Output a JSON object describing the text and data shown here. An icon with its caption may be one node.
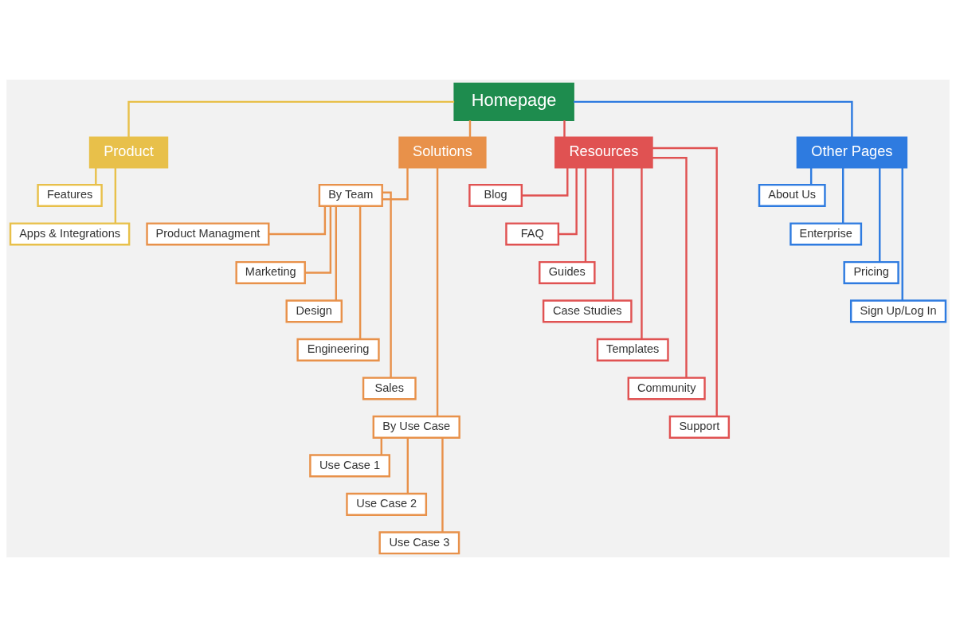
{
  "diagram": {
    "nodes": [
      {
        "text": [
          "Homepage"
        ]
      },
      {
        "text": [
          "Product"
        ]
      },
      {
        "text": [
          "Features"
        ]
      },
      {
        "text": [
          "Apps & Integrations"
        ]
      },
      {
        "text": [
          "Solutions"
        ]
      },
      {
        "text": [
          "By Team"
        ]
      },
      {
        "text": [
          "Product Managment"
        ]
      },
      {
        "text": [
          "Marketing"
        ]
      },
      {
        "text": [
          "Design"
        ]
      },
      {
        "text": [
          "Engineering"
        ]
      },
      {
        "text": [
          "Sales"
        ]
      },
      {
        "text": [
          "By Use Case"
        ]
      },
      {
        "text": [
          "Use Case 1"
        ]
      },
      {
        "text": [
          "Use Case 2"
        ]
      },
      {
        "text": [
          "Use Case 3"
        ]
      },
      {
        "text": [
          "Resources"
        ]
      },
      {
        "text": [
          "Blog"
        ]
      },
      {
        "text": [
          "FAQ"
        ]
      },
      {
        "text": [
          "Guides"
        ]
      },
      {
        "text": [
          "Case Studies"
        ]
      },
      {
        "text": [
          "Templates"
        ]
      },
      {
        "text": [
          "Community"
        ]
      },
      {
        "text": [
          "Support"
        ]
      },
      {
        "text": [
          "Other Pages"
        ]
      },
      {
        "text": [
          "About Us"
        ]
      },
      {
        "text": [
          "Enterprise"
        ]
      },
      {
        "text": [
          "Pricing"
        ]
      },
      {
        "text": [
          "Sign Up/Log In"
        ]
      }
    ],
    "edges": [
      {
        "from": 0,
        "to": 1,
        "arrow": "none",
        "color": "#e8c04a"
      },
      {
        "from": 1,
        "to": 2,
        "arrow": "none",
        "color": "#e8c04a"
      },
      {
        "from": 1,
        "to": 3,
        "arrow": "none",
        "color": "#e8c04a"
      },
      {
        "from": 0,
        "to": 4,
        "arrow": "none"
      },
      {
        "from": 4,
        "to": 5,
        "arrow": "none"
      },
      {
        "from": 5,
        "to": 6,
        "arrow": "none"
      },
      {
        "from": 5,
        "to": 7,
        "arrow": "none"
      },
      {
        "from": 5,
        "to": 8,
        "arrow": "none"
      },
      {
        "from": 5,
        "to": 9,
        "arrow": "none"
      },
      {
        "from": 5,
        "to": 10,
        "arrow": "none"
      },
      {
        "from": 4,
        "to": 11,
        "arrow": "none"
      },
      {
        "from": 11,
        "to": 12,
        "arrow": "none"
      },
      {
        "from": 11,
        "to": 13,
        "arrow": "none"
      },
      {
        "from": 11,
        "to": 14,
        "arrow": "none"
      },
      {
        "from": 0,
        "to": 15,
        "arrow": "none",
        "color": "#e05252"
      },
      {
        "from": 15,
        "to": 16,
        "arrow": "none",
        "color": "#e05252"
      },
      {
        "from": 15,
        "to": 17,
        "arrow": "none",
        "color": "#e05252"
      },
      {
        "from": 15,
        "to": 18,
        "arrow": "none",
        "color": "#e05252"
      },
      {
        "from": 15,
        "to": 19,
        "arrow": "none",
        "color": "#e05252"
      },
      {
        "from": 15,
        "to": 20,
        "arrow": "none",
        "color": "#e05252"
      },
      {
        "from": 15,
        "to": 21,
        "arrow": "none",
        "color": "#e05252"
      },
      {
        "from": 15,
        "to": 22,
        "arrow": "none",
        "color": "#e05252"
      },
      {
        "from": 0,
        "to": 23,
        "arrow": "none",
        "color": "#2e7be0"
      },
      {
        "from": 23,
        "to": 24,
        "arrow": "none",
        "color": "#2e7be0"
      },
      {
        "from": 23,
        "to": 25,
        "arrow": "none",
        "color": "#2e7be0"
      },
      {
        "from": 23,
        "to": 26,
        "arrow": "none",
        "color": "#2e7be0"
      },
      {
        "from": 23,
        "to": 27,
        "arrow": "none",
        "color": "#2e7be0"
      }
    ]
  }
}
